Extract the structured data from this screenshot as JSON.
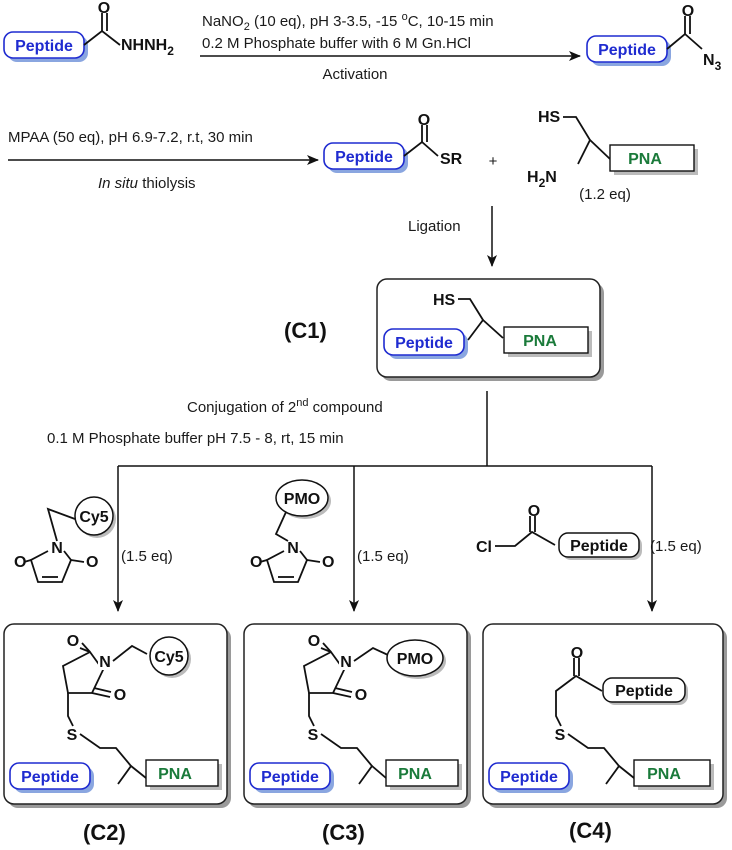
{
  "top_reaction": {
    "condition_1": "NaNO",
    "condition_1_sub": "2",
    "condition_1_rest": " (10 eq), pH 3-3.5, -15 ",
    "condition_1_sup": "o",
    "condition_1_end": "C, 10-15 min",
    "condition_2": "0.2 M Phosphate buffer with 6 M Gn.HCl",
    "step_label": "Activation"
  },
  "thiolysis": {
    "condition": "MPAA (50 eq), pH 6.9-7.2, r.t, 30 min",
    "label_italic": "In situ",
    "label_rest": " thiolysis"
  },
  "plus": "+",
  "pna_equiv": "(1.2 eq)",
  "ligation_label": "Ligation",
  "conjugation": {
    "line_1_pre": "Conjugation of 2",
    "line_1_sup": "nd",
    "line_1_post": " compound",
    "line_2": "0.1 M Phosphate buffer pH 7.5 - 8, rt, 15 min"
  },
  "reagent_equiv": "(1.5 eq)",
  "blocks": {
    "peptide": "Peptide",
    "pna": "PNA",
    "cy5": "Cy5",
    "pmo": "PMO"
  },
  "atoms": {
    "o": "O",
    "n": "N",
    "s": "S",
    "sr": "SR",
    "hs": "HS",
    "nhnh": "NHNH",
    "nhnh_sub": "2",
    "n3": "N",
    "n3_sub": "3",
    "h2n": "H",
    "h2n_sub": "2",
    "h2n_n": "N",
    "cl": "Cl"
  },
  "compound_labels": {
    "c1": "(C1)",
    "c2": "(C2)",
    "c3": "(C3)",
    "c4": "(C4)"
  }
}
